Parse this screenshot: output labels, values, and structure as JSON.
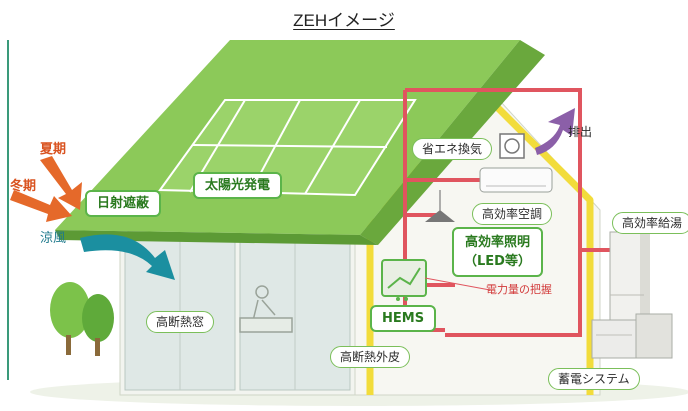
{
  "title": "ZEHイメージ",
  "labels": {
    "summer": "夏期",
    "winter": "冬期",
    "shading": "日射遮蔽",
    "solar": "太陽光発電",
    "cool_breeze": "涼風",
    "window": "高断熱窓",
    "exhaust_fan": "省エネ換気",
    "exhaust": "排出",
    "aircon": "高効率空調",
    "lighting_line1": "高効率照明",
    "lighting_line2": "（LED等）",
    "power_monitor": "電力量の把握",
    "hems": "HEMS",
    "envelope": "高断熱外皮",
    "water_heater": "高効率給湯",
    "storage": "蓄電システム"
  },
  "colors": {
    "roof": "#7fbf4d",
    "wall_outline": "#f2dc3b",
    "power_line": "#e0555f",
    "label_border": "#5bb44a",
    "arrow_sun": "#e5692a",
    "arrow_wind": "#1b8fa0",
    "arrow_exhaust": "#8b5fa8"
  }
}
